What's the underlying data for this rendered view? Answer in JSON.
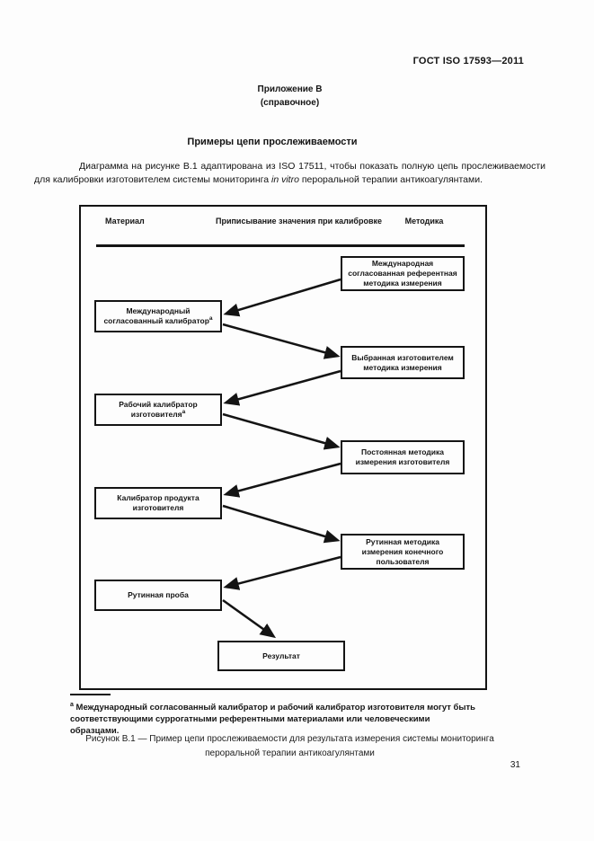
{
  "page": {
    "header": "ГОСТ ISO 17593—2011",
    "number": "31"
  },
  "annex": {
    "title": "Приложение В",
    "subtitle": "(справочное)"
  },
  "section": {
    "title": "Примеры цепи прослеживаемости"
  },
  "intro": {
    "text_before": "Диаграмма на рисунке В.1 адаптирована из ISO 17511, чтобы показать полную цепь прослеживаемости для калибровки изготовителем системы мониторинга ",
    "text_italic": "in vitro",
    "text_after": " пероральной терапии антикоагулянтами."
  },
  "diagram": {
    "column_headers": [
      "Материал",
      "Приписывание значения при калибровке",
      "Методика"
    ],
    "boxes": [
      {
        "label": "Международная согласованная референтная методика измерения"
      },
      {
        "label": "Международный согласованный калибратор",
        "sup": "а"
      },
      {
        "label": "Выбранная изготовителем методика измерения"
      },
      {
        "label": "Рабочий калибратор изготовителя",
        "sup": "а"
      },
      {
        "label": "Постоянная методика измерения изготовителя"
      },
      {
        "label": "Калибратор продукта изготовителя"
      },
      {
        "label": "Рутинная методика измерения конечного пользователя"
      },
      {
        "label": "Рутинная проба"
      },
      {
        "label": "Результат"
      }
    ]
  },
  "footnote": {
    "marker": "а",
    "text": "Международный согласованный калибратор и рабочий калибратор изготовителя могут быть соответствующими суррогатными референтными материалами или человеческими образцами."
  },
  "caption": {
    "line1": "Рисунок В.1 — Пример цепи прослеживаемости для результата измерения системы мониторинга",
    "line2": "пероральной терапии антикоагулянтами"
  }
}
